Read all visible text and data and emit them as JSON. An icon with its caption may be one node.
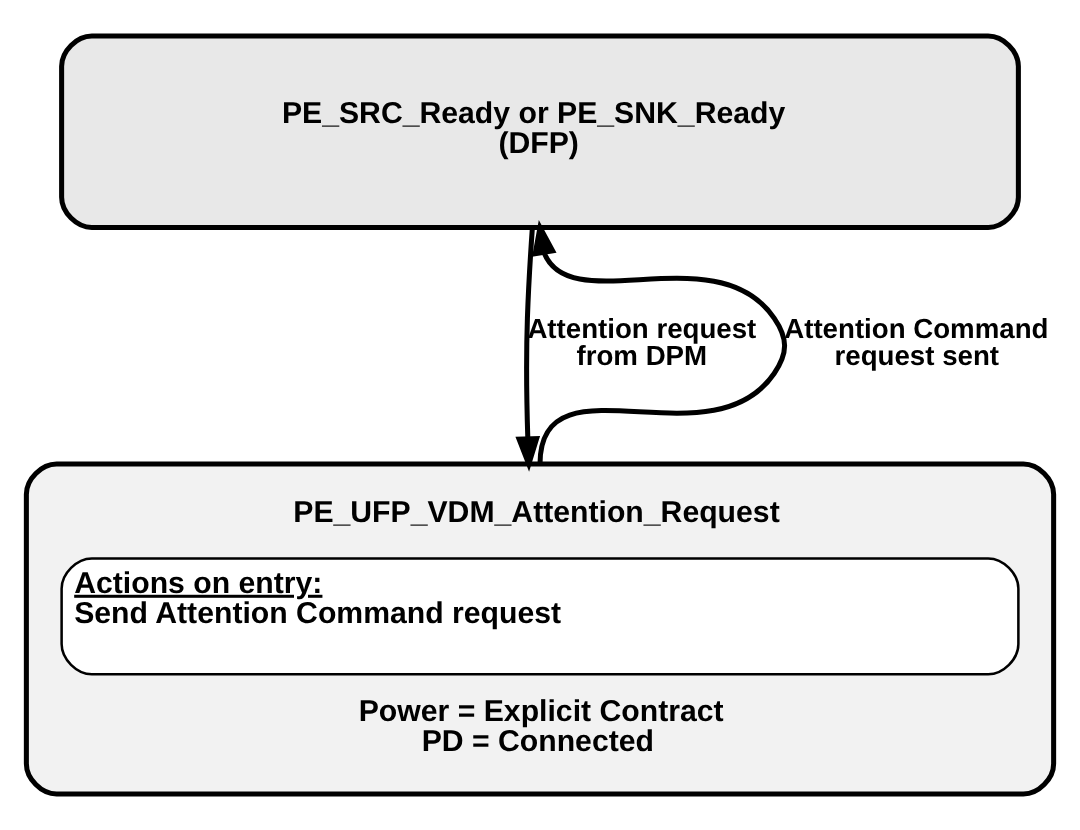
{
  "diagram": {
    "nodes": [
      {
        "text": [
          "PE_SRC_Ready or PE_SNK_Ready (DFP)"
        ]
      },
      {
        "text": [
          "PE_UFP_VDM_Attention_Request",
          "Actions on entry:",
          "Send Attention Command request",
          "Power = Explicit Contract PD = Connected"
        ]
      }
    ],
    "edges": [
      {
        "from": 0,
        "to": 1,
        "arrow": "to",
        "label": "Attention request from DPM"
      },
      {
        "from": 1,
        "to": 0,
        "arrow": "to",
        "label": "Attention Command request sent"
      }
    ]
  }
}
